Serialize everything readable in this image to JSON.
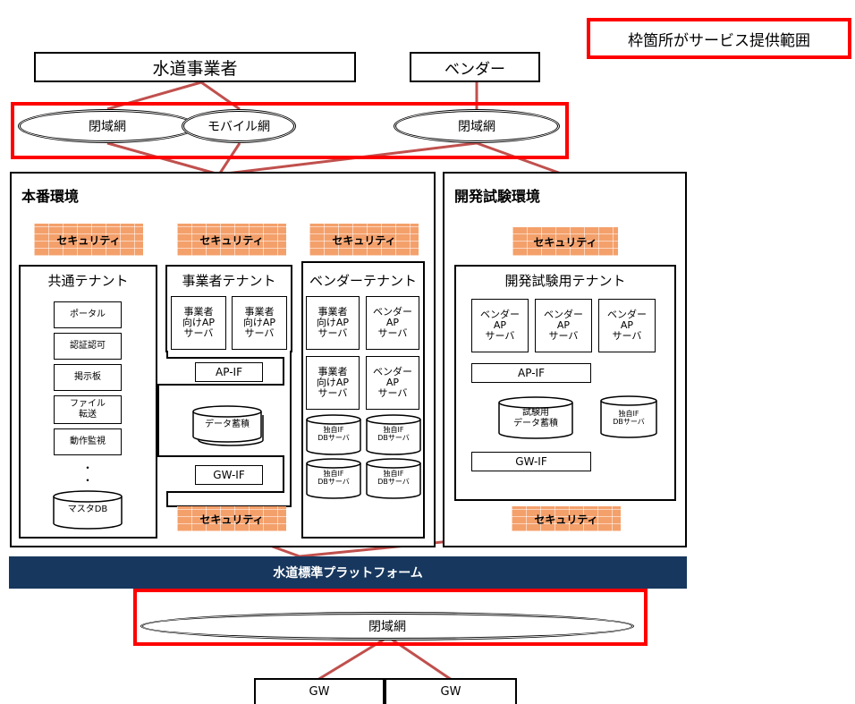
{
  "legend": "枠箇所がサービス提供範囲",
  "water_operator": "水道事業者",
  "vendor": "ベンダー",
  "network_closed": "閉域網",
  "network_mobile": "モバイル網",
  "network_closed_vendor": "閉域網",
  "prod_env": {
    "title": "本番環境",
    "security": "セキュリティ",
    "common_tenant": {
      "title": "共通テナント",
      "items": [
        "ポータル",
        "認証認可",
        "掲示板",
        "ファイル\n転送",
        "動作監視"
      ],
      "dots": "・\n・",
      "db": "マスタDB"
    },
    "operator_tenant": {
      "title": "事業者テナント",
      "servers": [
        "事業者\n向けAP\nサーバ",
        "事業者\n向けAP\nサーバ"
      ],
      "ap_if": "AP-IF",
      "storage": "データ蓄積",
      "gw_if": "GW-IF"
    },
    "vendor_tenant": {
      "title": "ベンダーテナント",
      "servers": [
        "事業者\n向けAP\nサーバ",
        "ベンダー\nAP\nサーバ",
        "事業者\n向けAP\nサーバ",
        "ベンダー\nAP\nサーバ"
      ],
      "db_servers": [
        "独自IF\nDBサーバ",
        "独自IF\nDBサーバ",
        "独自IF\nDBサーバ",
        "独自IF\nDBサーバ"
      ]
    }
  },
  "dev_env": {
    "title": "開発試験環境",
    "security": "セキュリティ",
    "tenant": {
      "title": "開発試験用テナント",
      "servers": [
        "ベンダー\nAP\nサーバ",
        "ベンダー\nAP\nサーバ",
        "ベンダー\nAP\nサーバ"
      ],
      "ap_if": "AP-IF",
      "storage": "試験用\nデータ蓄積",
      "db_server": "独自IF\nDBサーバ",
      "gw_if": "GW-IF"
    }
  },
  "platform": "水道標準プラットフォーム",
  "bottom_network": "閉域網",
  "gateways": [
    "GW",
    "GW"
  ],
  "colors": {
    "frame": "#ff0000",
    "link": "#c0504d",
    "platform": "#17375e",
    "brick": "#f4a06b"
  }
}
